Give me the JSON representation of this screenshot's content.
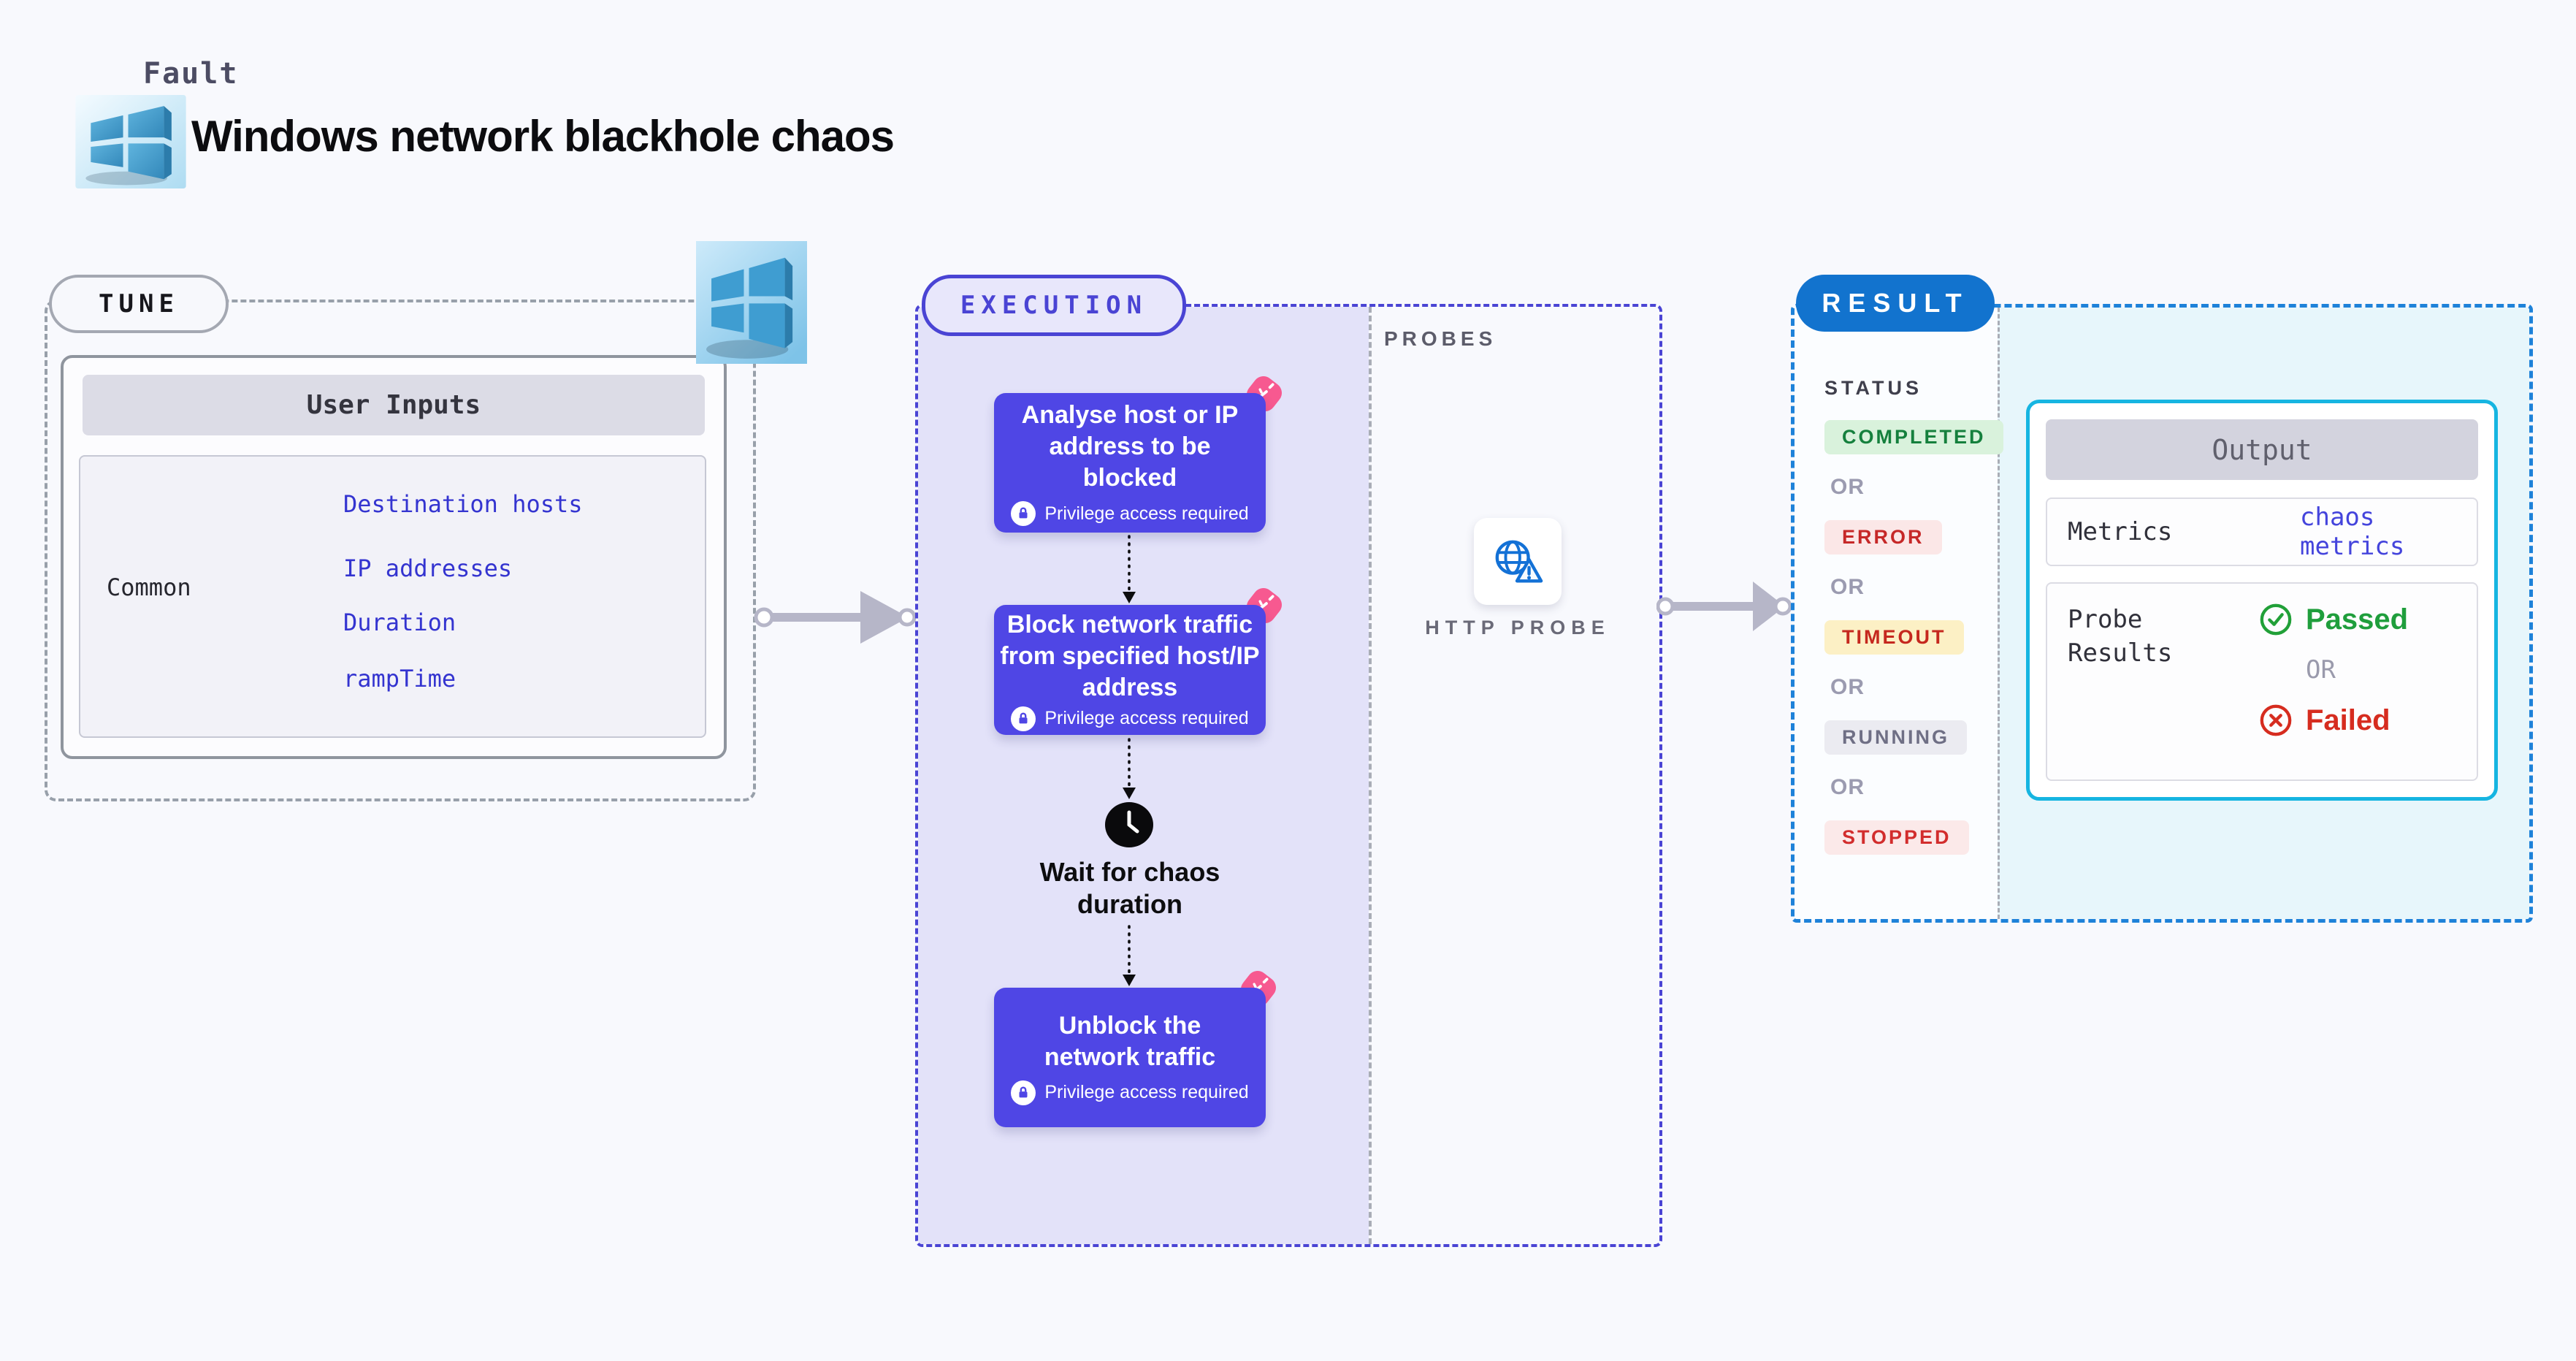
{
  "colors": {
    "page_bg": "#f8f9fd",
    "node_indigo": "#4f46e5",
    "execution_border": "#4a44d4",
    "execution_bg": "#e3e2f9",
    "chaos_pink": "#f75990",
    "result_pill_blue": "#1273ce",
    "result_border_blue": "#1e82d9",
    "output_border_cyan": "#16b5e1",
    "result_right_bg": "#e7f6fb",
    "passed_green": "#1f9e3c",
    "failed_red": "#d62c1f",
    "success_badge": "#d9f2dc",
    "error_badge": "#fbe7e7",
    "timeout_badge": "#fcf0c5",
    "running_badge": "#ebebf1",
    "stopped_badge": "#fbe9e9",
    "probe_icon_blue": "#1371d6",
    "arrow_gray": "#b6b6c8",
    "windows_blue": "#3f9dd1",
    "link_blue": "#3434d0"
  },
  "header": {
    "kicker": "Fault",
    "title": "Windows network blackhole chaos"
  },
  "tune": {
    "label": "TUNE",
    "card": {
      "title": "User Inputs",
      "row_label": "Common",
      "links": [
        "Destination hosts",
        "IP addresses",
        "Duration",
        "rampTime"
      ]
    }
  },
  "execution": {
    "label": "EXECUTION",
    "steps": [
      {
        "type": "action",
        "title": "Analyse host or IP address to be blocked",
        "badge": "Privilege access required"
      },
      {
        "type": "action",
        "title": "Block network traffic from specified host/IP address",
        "badge": "Privilege access required"
      },
      {
        "type": "wait",
        "title": "Wait for chaos duration"
      },
      {
        "type": "action",
        "title": "Unblock the network traffic",
        "badge": "Privilege access required"
      }
    ],
    "probes": {
      "label": "PROBES",
      "probe_label": "HTTP PROBE"
    }
  },
  "result": {
    "label": "RESULT",
    "status_title": "STATUS",
    "or_label": "OR",
    "statuses": [
      {
        "label": "COMPLETED",
        "type": "success"
      },
      {
        "label": "ERROR",
        "type": "error"
      },
      {
        "label": "TIMEOUT",
        "type": "timeout"
      },
      {
        "label": "RUNNING",
        "type": "running"
      },
      {
        "label": "STOPPED",
        "type": "stopped"
      }
    ],
    "output": {
      "title": "Output",
      "metrics_label": "Metrics",
      "metrics_value": "chaos metrics",
      "probe_results_label": "Probe Results",
      "passed_label": "Passed",
      "or_label": "OR",
      "failed_label": "Failed"
    }
  }
}
